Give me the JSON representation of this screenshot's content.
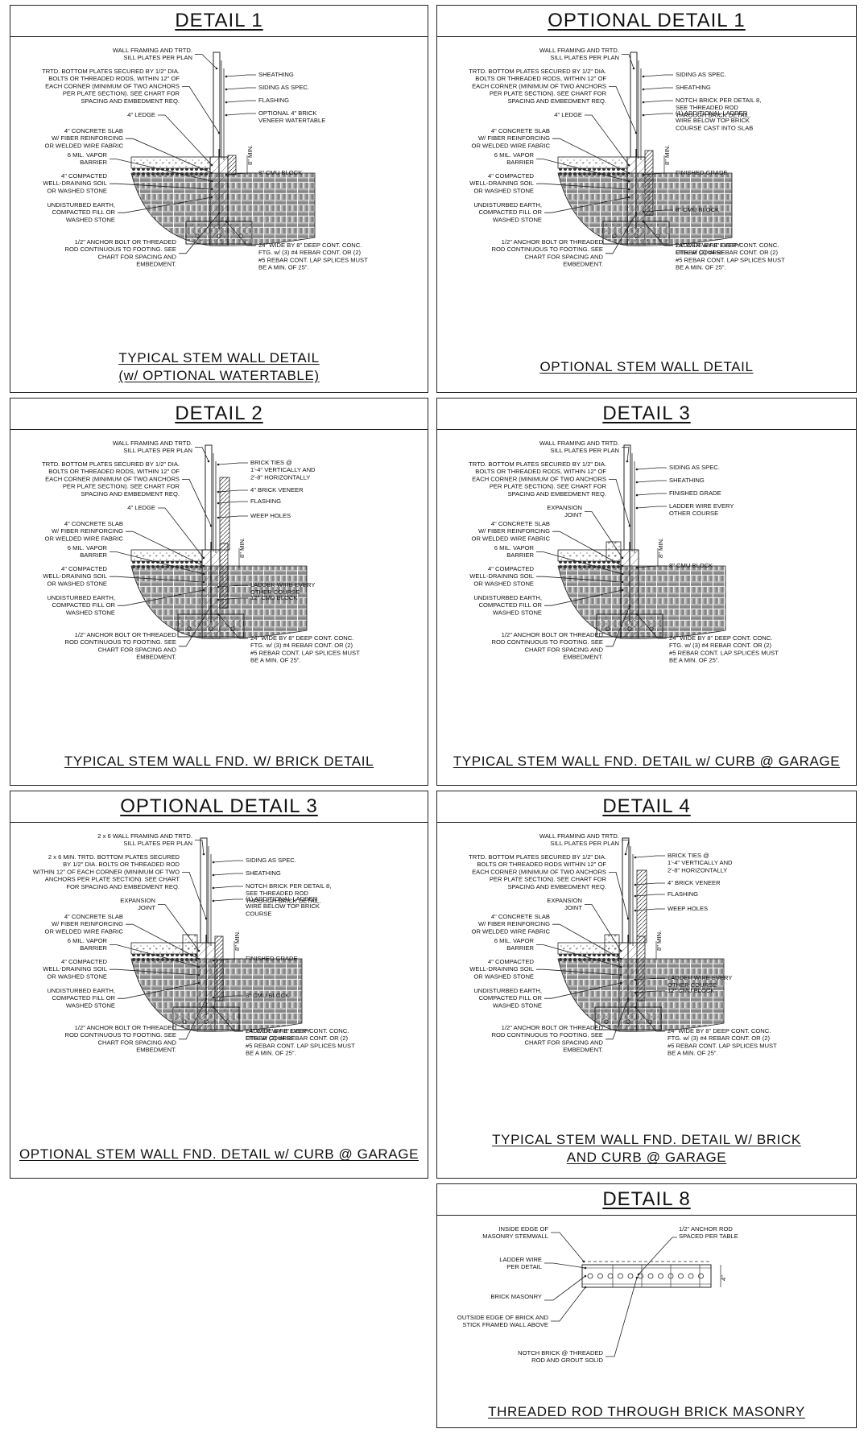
{
  "colors": {
    "ink": "#111111",
    "border": "#222222",
    "background": "#ffffff"
  },
  "panels": [
    {
      "id": "p1",
      "title": "DETAIL 1",
      "footer": [
        "TYPICAL STEM WALL DETAIL",
        "(w/ OPTIONAL WATERTABLE)"
      ],
      "left": [
        "WALL FRAMING AND TRTD.\nSILL PLATES PER PLAN",
        "TRTD. BOTTOM PLATES SECURED BY 1/2\" DIA.\nBOLTS OR THREADED RODS, WITHIN 12\" OF\nEACH CORNER (MINIMUM OF TWO ANCHORS\nPER PLATE SECTION). SEE CHART FOR\nSPACING AND EMBEDMENT REQ.",
        "4\" LEDGE",
        "4\" CONCRETE SLAB\nW/ FIBER REINFORCING\nOR WELDED WIRE FABRIC",
        "6 MIL. VAPOR\nBARRIER",
        "4\" COMPACTED\nWELL-DRAINING SOIL\nOR WASHED STONE",
        "UNDISTURBED EARTH,\nCOMPACTED FILL OR\nWASHED STONE",
        "1/2\" ANCHOR BOLT OR THREADED\nROD CONTINUOUS TO FOOTING. SEE\nCHART FOR SPACING AND\nEMBEDMENT."
      ],
      "right": [
        "SHEATHING",
        "SIDING AS SPEC.",
        "FLASHING",
        "OPTIONAL 4\" BRICK\nVENEER WATERTABLE",
        "8\" CMU BLOCK",
        "24\" WIDE BY 8\" DEEP CONT. CONC.\nFTG. w/ (3) #4 REBAR CONT. OR (2)\n#5 REBAR CONT. LAP SPLICES MUST\nBE A MIN. OF 25\"."
      ],
      "dim": "8\" MIN."
    },
    {
      "id": "p2",
      "title": "OPTIONAL DETAIL 1",
      "footer": [
        "OPTIONAL STEM WALL DETAIL"
      ],
      "left": [
        "WALL FRAMING AND TRTD.\nSILL PLATES PER PLAN",
        "TRTD. BOTTOM PLATES SECURED BY 1/2\" DIA.\nBOLTS OR THREADED RODS, WITHIN 12\" OF\nEACH CORNER (MINIMUM OF TWO ANCHORS\nPER PLATE SECTION). SEE CHART FOR\nSPACING AND EMBEDMENT REQ.",
        "4\" LEDGE",
        "4\" CONCRETE SLAB\nW/ FIBER REINFORCING\nOR WELDED WIRE FABRIC",
        "6 MIL. VAPOR\nBARRIER",
        "4\" COMPACTED\nWELL-DRAINING SOIL\nOR WASHED STONE",
        "UNDISTURBED EARTH,\nCOMPACTED FILL OR\nWASHED STONE",
        "1/2\" ANCHOR BOLT OR THREADED\nROD CONTINUOUS TO FOOTING. SEE\nCHART FOR SPACING AND\nEMBEDMENT."
      ],
      "right": [
        "SIDING AS SPEC.",
        "SHEATHING",
        "NOTCH BRICK PER DETAIL 8,\nSEE THREADED ROD\nTHROUGH BRICK DETAIL.",
        "(1) ADDITIONAL LADDER\nWIRE BELOW TOP BRICK\nCOURSE CAST INTO SLAB",
        "FINISHED GRADE",
        "LADDER WIRE EVERY\nOTHER COURSE",
        "8\" CMU BLOCK",
        "24\" WIDE BY 8\" DEEP CONT. CONC.\nFTG. w/ (3) #4 REBAR CONT. OR (2)\n#5 REBAR CONT. LAP SPLICES MUST\nBE A MIN. OF 25\"."
      ],
      "dim": "8\" MIN."
    },
    {
      "id": "p3",
      "title": "DETAIL 2",
      "footer": [
        "TYPICAL STEM WALL FND. W/ BRICK DETAIL"
      ],
      "left": [
        "WALL FRAMING AND TRTD.\nSILL PLATES PER PLAN",
        "TRTD. BOTTOM PLATES SECURED BY 1/2\" DIA.\nBOLTS OR THREADED RODS, WITHIN 12\" OF\nEACH CORNER (MINIMUM OF TWO ANCHORS\nPER PLATE SECTION). SEE CHART FOR\nSPACING AND EMBEDMENT REQ.",
        "4\" LEDGE",
        "4\" CONCRETE SLAB\nW/ FIBER REINFORCING\nOR WELDED WIRE FABRIC",
        "6 MIL. VAPOR\nBARRIER",
        "4\" COMPACTED\nWELL-DRAINING SOIL\nOR WASHED STONE",
        "UNDISTURBED EARTH,\nCOMPACTED FILL OR\nWASHED STONE",
        "1/2\" ANCHOR BOLT OR THREADED\nROD CONTINUOUS TO FOOTING. SEE\nCHART FOR SPACING AND\nEMBEDMENT."
      ],
      "right": [
        "BRICK TIES @\n1'-4\" VERTICALLY AND\n2'-8\" HORIZONTALLY",
        "4\" BRICK VENEER",
        "FLASHING",
        "WEEP HOLES",
        "LADDER WIRE EVERY\nOTHER COURSE",
        "12\" CMU BLOCK",
        "24\" WIDE BY 8\" DEEP CONT. CONC.\nFTG. w/ (3) #4 REBAR CONT. OR (2)\n#5 REBAR CONT. LAP SPLICES MUST\nBE A MIN. OF 25\"."
      ],
      "dim": "8\" MIN."
    },
    {
      "id": "p4",
      "title": "DETAIL 3",
      "footer": [
        "TYPICAL STEM WALL FND. DETAIL w/ CURB @ GARAGE"
      ],
      "left": [
        "WALL FRAMING AND TRTD.\nSILL PLATES PER PLAN",
        "TRTD. BOTTOM PLATES SECURED BY 1/2\" DIA.\nBOLTS OR THREADED RODS, WITHIN 12\" OF\nEACH CORNER (MINIMUM OF TWO ANCHORS\nPER PLATE SECTION). SEE CHART FOR\nSPACING AND EMBEDMENT REQ.",
        "EXPANSION\nJOINT",
        "4\" CONCRETE SLAB\nW/ FIBER REINFORCING\nOR WELDED WIRE FABRIC",
        "6 MIL. VAPOR\nBARRIER",
        "4\" COMPACTED\nWELL-DRAINING SOIL\nOR WASHED STONE",
        "UNDISTURBED EARTH,\nCOMPACTED FILL OR\nWASHED STONE",
        "1/2\" ANCHOR BOLT OR THREADED\nROD CONTINUOUS TO FOOTING. SEE\nCHART FOR SPACING AND\nEMBEDMENT."
      ],
      "right": [
        "SIDING AS SPEC.",
        "SHEATHING",
        "FINISHED GRADE",
        "LADDER WIRE EVERY\nOTHER COURSE",
        "8\" CMU BLOCK",
        "24\" WIDE BY 8\" DEEP CONT. CONC.\nFTG. w/ (3) #4 REBAR CONT. OR (2)\n#5 REBAR CONT. LAP SPLICES MUST\nBE A MIN. OF 25\"."
      ],
      "dim": "8\" MIN."
    },
    {
      "id": "p5",
      "title": "OPTIONAL DETAIL 3",
      "footer": [
        "OPTIONAL STEM WALL FND. DETAIL w/ CURB @ GARAGE"
      ],
      "left": [
        "2 x 6 WALL FRAMING AND TRTD.\nSILL PLATES PER PLAN",
        "2 x 6 MIN. TRTD. BOTTOM PLATES SECURED\nBY 1/2\" DIA. BOLTS OR THREADED ROD\nWITHIN 12\" OF EACH CORNER (MINIMUM OF TWO\nANCHORS PER PLATE SECTION). SEE CHART\nFOR SPACING AND EMBEDMENT REQ.",
        "EXPANSION\nJOINT",
        "4\" CONCRETE SLAB\nW/ FIBER REINFORCING\nOR WELDED WIRE FABRIC",
        "6 MIL. VAPOR\nBARRIER",
        "4\" COMPACTED\nWELL-DRAINING SOIL\nOR WASHED STONE",
        "UNDISTURBED EARTH,\nCOMPACTED FILL OR\nWASHED STONE",
        "1/2\" ANCHOR BOLT OR THREADED\nROD CONTINUOUS TO FOOTING. SEE\nCHART FOR SPACING AND\nEMBEDMENT."
      ],
      "right": [
        "SIDING AS SPEC.",
        "SHEATHING",
        "NOTCH BRICK PER DETAIL 8,\nSEE THREADED ROD\nTHROUGH BRICK DETAIL.",
        "(1) ADDITIONAL LADDER\nWIRE BELOW TOP BRICK\nCOURSE",
        "FINISHED GRADE",
        "LADDER WIRE EVERY\nOTHER COURSE",
        "8\" CMU BLOCK",
        "24\" WIDE BY 8\" DEEP CONT. CONC.\nFTG. w/ (3) #4 REBAR CONT. OR (2)\n#5 REBAR CONT. LAP SPLICES MUST\nBE A MIN. OF 25\"."
      ],
      "dim": "8\" MIN."
    },
    {
      "id": "p6",
      "title": "DETAIL 4",
      "footer": [
        "TYPICAL STEM WALL FND. DETAIL W/ BRICK",
        "AND CURB @ GARAGE"
      ],
      "left": [
        "WALL FRAMING AND TRTD.\nSILL PLATES PER PLAN",
        "TRTD. BOTTOM PLATES SECURED BY 1/2\" DIA.\nBOLTS OR THREADED RODS WITHIN 12\" OF\nEACH CORNER (MINIMUM OF TWO ANCHORS\nPER PLATE SECTION). SEE CHART FOR\nSPACING AND EMBEDMENT REQ.",
        "EXPANSION\nJOINT",
        "4\" CONCRETE SLAB\nW/ FIBER REINFORCING\nOR WELDED WIRE FABRIC",
        "6 MIL. VAPOR\nBARRIER",
        "4\" COMPACTED\nWELL-DRAINING SOIL\nOR WASHED STONE",
        "UNDISTURBED EARTH,\nCOMPACTED FILL OR\nWASHED STONE",
        "1/2\" ANCHOR BOLT OR THREADED\nROD CONTINUOUS TO FOOTING. SEE\nCHART FOR SPACING AND\nEMBEDMENT."
      ],
      "right": [
        "BRICK TIES @\n1'-4\" VERTICALLY AND\n2'-8\" HORIZONTALLY",
        "4\" BRICK VENEER",
        "FLASHING",
        "WEEP HOLES",
        "LADDER WIRE EVERY\nOTHER COURSE",
        "12\" CMU BLOCK",
        "24\" WIDE BY 8\" DEEP CONT. CONC.\nFTG. w/ (3) #4 REBAR CONT. OR (2)\n#5 REBAR CONT. LAP SPLICES MUST\nBE A MIN. OF 25\"."
      ],
      "dim": "8\" MIN."
    },
    {
      "id": "p7",
      "title": "DETAIL 8",
      "footer": [
        "THREADED ROD THROUGH BRICK MASONRY"
      ],
      "left": [
        "INSIDE EDGE OF\nMASONRY STEMWALL",
        "LADDER WIRE\nPER DETAIL",
        "BRICK MASONRY",
        "OUTSIDE EDGE OF BRICK AND\nSTICK FRAMED WALL ABOVE",
        "NOTCH BRICK @ THREADED\nROD AND GROUT SOLID"
      ],
      "right": [
        "1/2\" ANCHOR ROD\nSPACED PER TABLE"
      ],
      "dim": "4\""
    }
  ]
}
